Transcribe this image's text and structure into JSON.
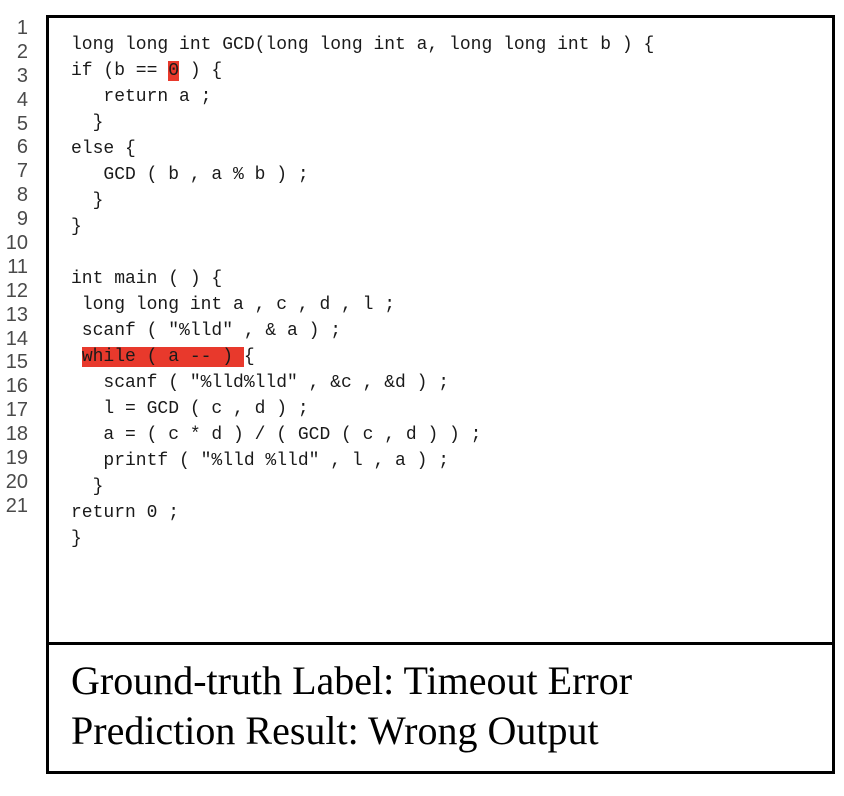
{
  "line_numbers": [
    "1",
    "2",
    "3",
    "4",
    "5",
    "6",
    "7",
    "8",
    "9",
    "10",
    "11",
    "12",
    "13",
    "14",
    "15",
    "16",
    "17",
    "18",
    "19",
    "20",
    "21"
  ],
  "code": {
    "lines": [
      {
        "pre": "long long int GCD(long long int a, long long int b ) {",
        "hl": "",
        "post": ""
      },
      {
        "pre": "if (b == ",
        "hl": "0",
        "post": " ) {"
      },
      {
        "pre": "   return a ;",
        "hl": "",
        "post": ""
      },
      {
        "pre": "  }",
        "hl": "",
        "post": ""
      },
      {
        "pre": "else {",
        "hl": "",
        "post": ""
      },
      {
        "pre": "   GCD ( b , a % b ) ;",
        "hl": "",
        "post": ""
      },
      {
        "pre": "  }",
        "hl": "",
        "post": ""
      },
      {
        "pre": "}",
        "hl": "",
        "post": ""
      },
      {
        "pre": "",
        "hl": "",
        "post": ""
      },
      {
        "pre": "int main ( ) {",
        "hl": "",
        "post": ""
      },
      {
        "pre": " long long int a , c , d , l ;",
        "hl": "",
        "post": ""
      },
      {
        "pre": " scanf ( \"%lld\" , & a ) ;",
        "hl": "",
        "post": ""
      },
      {
        "pre": " ",
        "hl": "while ( a -- ) ",
        "post": "{"
      },
      {
        "pre": "   scanf ( \"%lld%lld\" , &c , &d ) ;",
        "hl": "",
        "post": ""
      },
      {
        "pre": "   l = GCD ( c , d ) ;",
        "hl": "",
        "post": ""
      },
      {
        "pre": "   a = ( c * d ) / ( GCD ( c , d ) ) ;",
        "hl": "",
        "post": ""
      },
      {
        "pre": "   printf ( \"%lld %lld\" , l , a ) ;",
        "hl": "",
        "post": ""
      },
      {
        "pre": "  }",
        "hl": "",
        "post": ""
      },
      {
        "pre": "return 0 ;",
        "hl": "",
        "post": ""
      },
      {
        "pre": "}",
        "hl": "",
        "post": ""
      }
    ]
  },
  "labels": {
    "ground_truth": "Ground-truth Label: Timeout Error",
    "prediction": "Prediction Result: Wrong Output"
  },
  "colors": {
    "highlight": "#e8392c",
    "border": "#000000"
  }
}
